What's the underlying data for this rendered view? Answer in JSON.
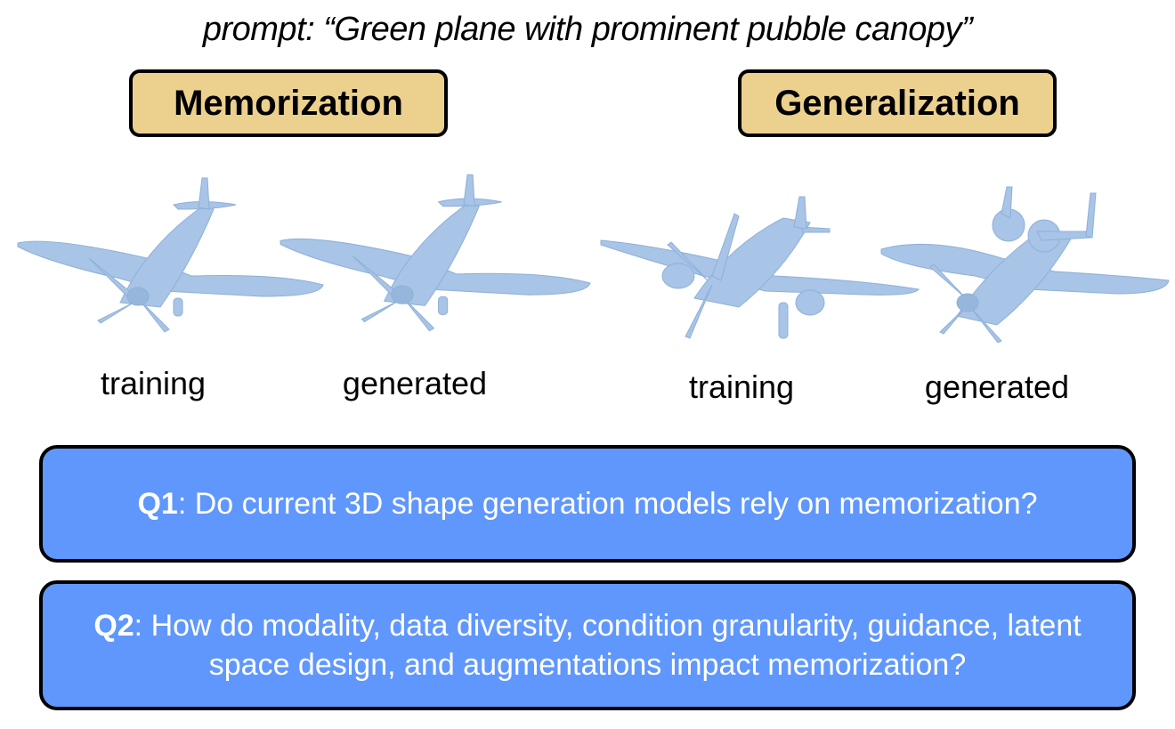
{
  "prompt": "prompt: “Green plane with prominent pubble canopy”",
  "groups": [
    {
      "label": "Memorization",
      "captions": [
        "training",
        "generated"
      ]
    },
    {
      "label": "Generalization",
      "captions": [
        "training",
        "generated"
      ]
    }
  ],
  "questions": [
    {
      "id": "Q1",
      "text": ": Do current 3D shape generation models rely on memorization?"
    },
    {
      "id": "Q2",
      "text": ": How do modality, data diversity, condition granularity, guidance, latent space design, and augmentations impact memorization?"
    }
  ],
  "colors": {
    "tag_fill": "#ecd08e",
    "question_fill": "#6097fd",
    "plane": "#a8c4e6"
  }
}
